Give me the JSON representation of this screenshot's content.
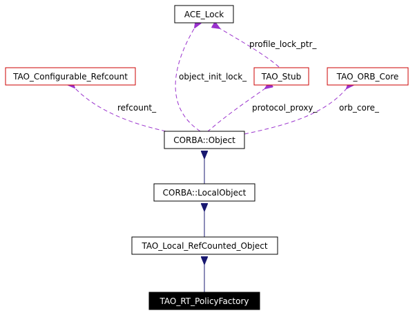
{
  "diagram": {
    "colors": {
      "node_border_default": "#000000",
      "node_border_undocumented": "#cc0000",
      "node_fill": "#ffffff",
      "node_highlight_fill": "#000000",
      "node_highlight_text": "#ffffff",
      "inheritance_edge": "#191970",
      "usage_edge": "#9a32cd"
    },
    "nodes": {
      "ace_lock": "ACE_Lock",
      "tao_configurable_refcount": "TAO_Configurable_Refcount",
      "tao_stub": "TAO_Stub",
      "tao_orb_core": "TAO_ORB_Core",
      "corba_object": "CORBA::Object",
      "corba_localobject": "CORBA::LocalObject",
      "tao_local_refcounted_object": "TAO_Local_RefCounted_Object",
      "tao_rt_policyfactory": "TAO_RT_PolicyFactory"
    },
    "edge_labels": {
      "profile_lock_ptr": "profile_lock_ptr_",
      "object_init_lock": "object_init_lock_",
      "refcount": "refcount_",
      "protocol_proxy": "protocol_proxy_",
      "orb_core": "orb_core_"
    }
  }
}
